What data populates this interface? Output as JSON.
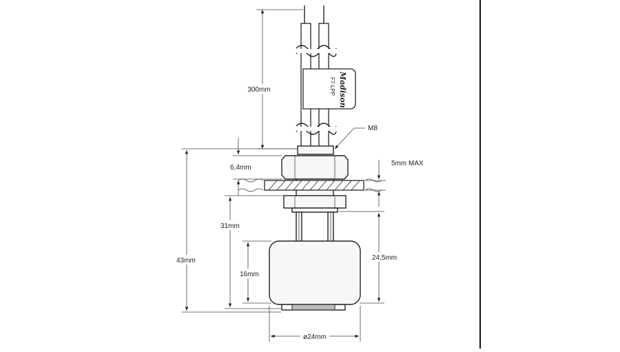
{
  "drawing": {
    "brand_logo_text": "Madison",
    "part_number": "F7-LPP",
    "dimensions": {
      "cable_length": "300mm",
      "thread": "M8",
      "nut_thickness": "6,4mm",
      "panel_max": "5mm MAX",
      "stem_length": "31mm",
      "overall_height": "43mm",
      "float_travel": "24,5mm",
      "float_height": "16mm",
      "float_diameter": "ø24mm"
    }
  }
}
